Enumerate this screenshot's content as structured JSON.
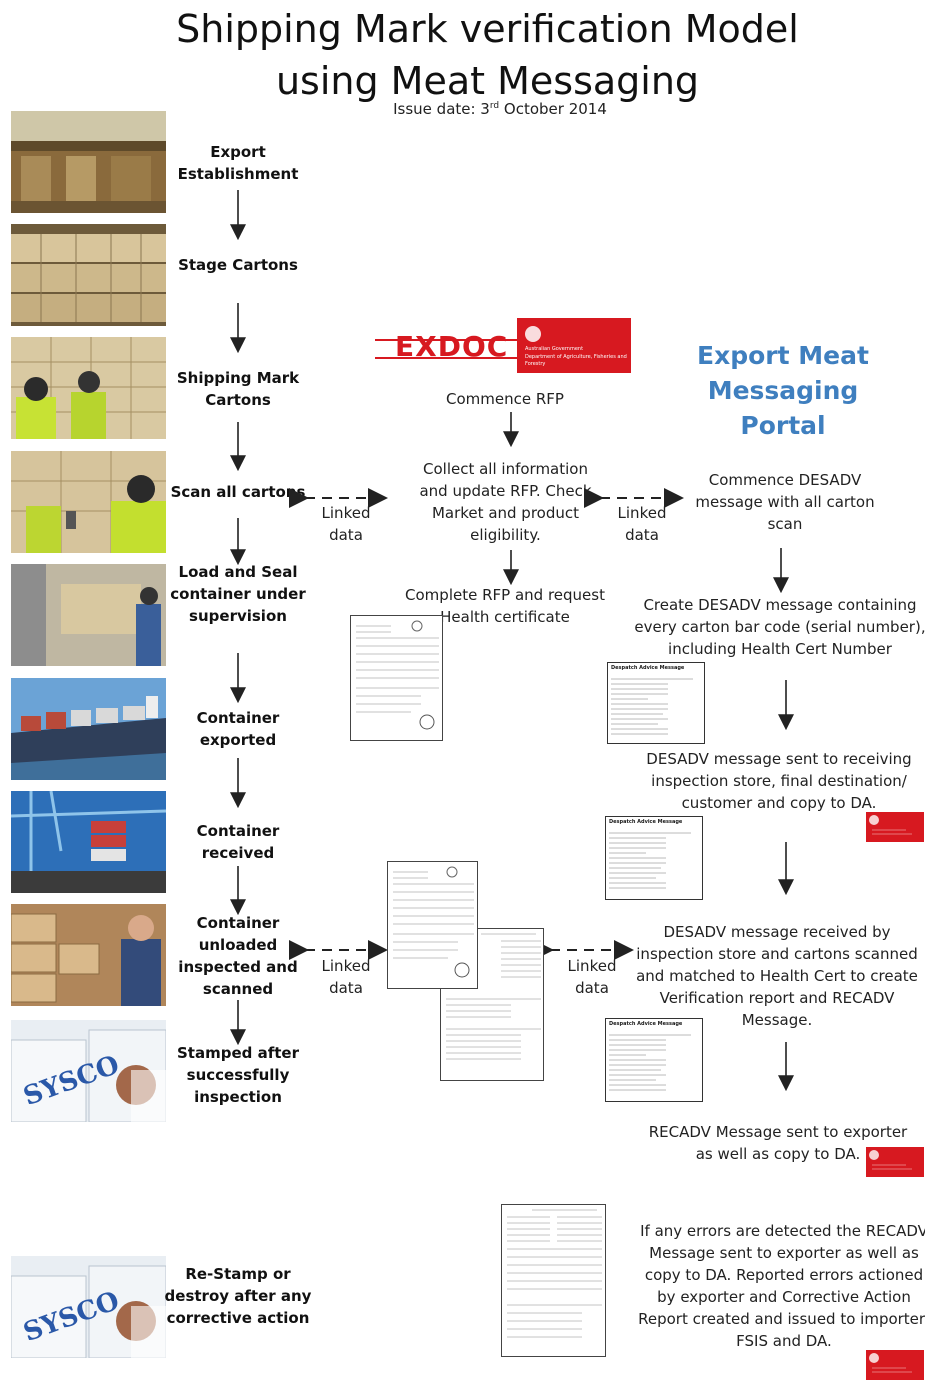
{
  "header": {
    "title_line1": "Shipping Mark verification Model",
    "title_line2": "using Meat Messaging",
    "issue_prefix": "Issue date: 3",
    "issue_sup": "rd",
    "issue_suffix": " October 2014"
  },
  "steps": [
    "Export Establishment",
    "Stage Cartons",
    "Shipping Mark Cartons",
    "Scan all cartons",
    "Load and Seal container under supervision",
    "Container exported",
    "Container received",
    "Container unloaded inspected and scanned",
    "Stamped after successfully inspection",
    "Re-Stamp or destroy after any corrective action"
  ],
  "linked_label": "Linked data",
  "exdoc": {
    "logo_text": "EXDOC",
    "gov_line1": "Australian Government",
    "gov_line2": "Department of Agriculture, Fisheries and Forestry",
    "commence_rfp": "Commence RFP",
    "collect_info": "Collect all information and update RFP. Check Market and product eligibility.",
    "complete_rfp": "Complete RFP and request Health certificate"
  },
  "portal": {
    "title": "Export Meat Messaging Portal",
    "commence_desadv": "Commence DESADV message with all carton scan",
    "create_desadv": "Create DESADV message containing every carton bar code (serial number), including Health Cert Number",
    "desadv_sent": "DESADV message sent to receiving inspection store, final destination/ customer and copy to DA.",
    "desadv_received": "DESADV message received by inspection store and cartons scanned and matched to Health Cert  to create Verification report and RECADV Message.",
    "recadv_sent": "RECADV Message sent to exporter as well as copy to DA.",
    "errors": "If any errors are detected the RECADV Message sent to exporter as well as copy to DA. Reported errors actioned by exporter and Corrective Action Report created and issued to importer, FSIS and DA."
  },
  "message_doc_title": "Despatch Advice Message",
  "colors": {
    "portal_blue": "#3f7fbf",
    "exdoc_red": "#d71920",
    "arrow": "#222222"
  }
}
